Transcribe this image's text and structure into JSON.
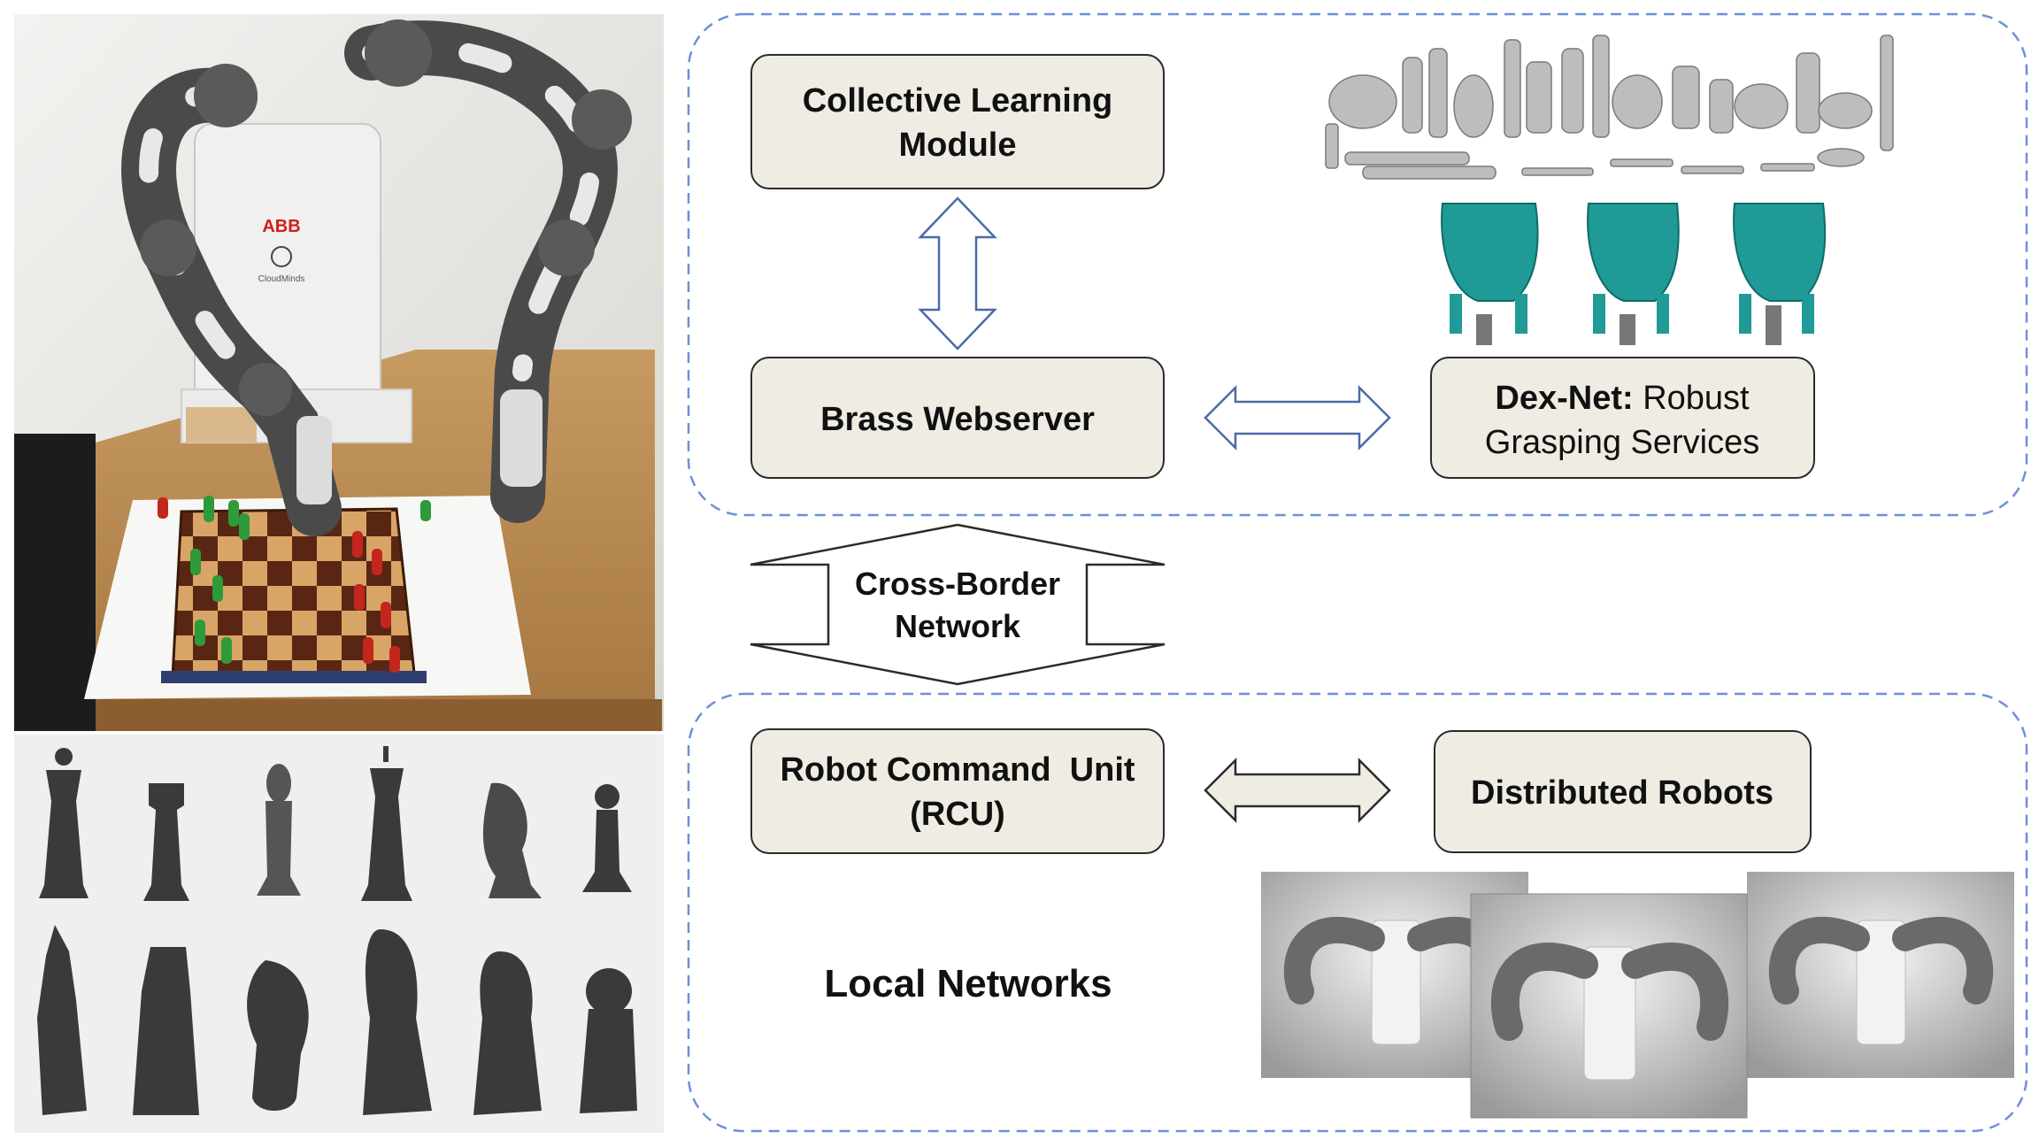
{
  "photo": {
    "robot_logo": "ABB",
    "robot_sublogo": "CloudMinds"
  },
  "nodes": {
    "collective_learning": {
      "line1": "Collective Learning",
      "line2": "Module"
    },
    "brass_webserver": {
      "label": "Brass Webserver"
    },
    "dexnet": {
      "bold": "Dex-Net:",
      "rest": " Robust",
      "line2": "Grasping Services"
    },
    "cross_border": {
      "line1": "Cross-Border",
      "line2": "Network"
    },
    "rcu": {
      "line1": "Robot Command  Unit",
      "line2": "(RCU)"
    },
    "distributed_robots": {
      "label": "Distributed Robots"
    }
  },
  "regions": {
    "local_networks": {
      "label": "Local Networks"
    }
  },
  "colors": {
    "box_fill": "#efece3",
    "box_stroke": "#2b2b2b",
    "dashed_border": "#6f8fd8",
    "arrow_fill": "#ffffff",
    "arrow_stroke": "#4a6aa8",
    "gripper": "#1f9a96",
    "chess_piece": "#3a3a3a"
  }
}
